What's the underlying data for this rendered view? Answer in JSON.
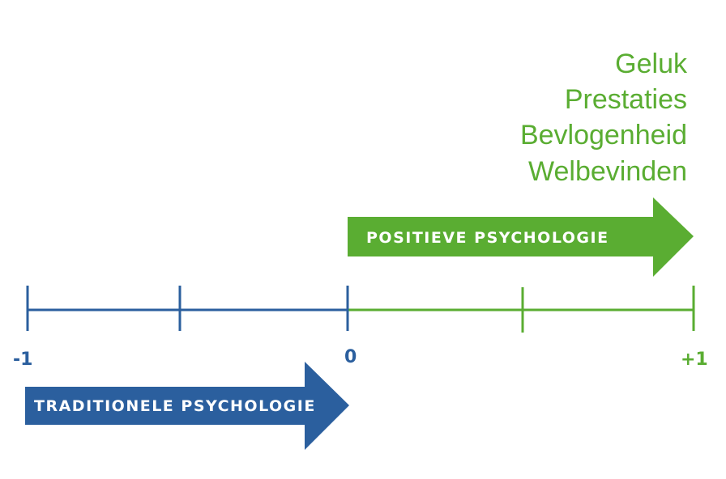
{
  "outcomes": {
    "items": [
      "Geluk",
      "Prestaties",
      "Bevlogenheid",
      "Welbevinden"
    ]
  },
  "arrows": {
    "positive": {
      "label": "POSITIEVE PSYCHOLOGIE"
    },
    "traditional": {
      "label": "TRADITIONELE PSYCHOLOGIE"
    }
  },
  "scale": {
    "labels": {
      "min": "-1",
      "zero": "0",
      "max": "+1"
    }
  },
  "colors": {
    "blue": "#2b5f9e",
    "green": "#5aad32"
  }
}
